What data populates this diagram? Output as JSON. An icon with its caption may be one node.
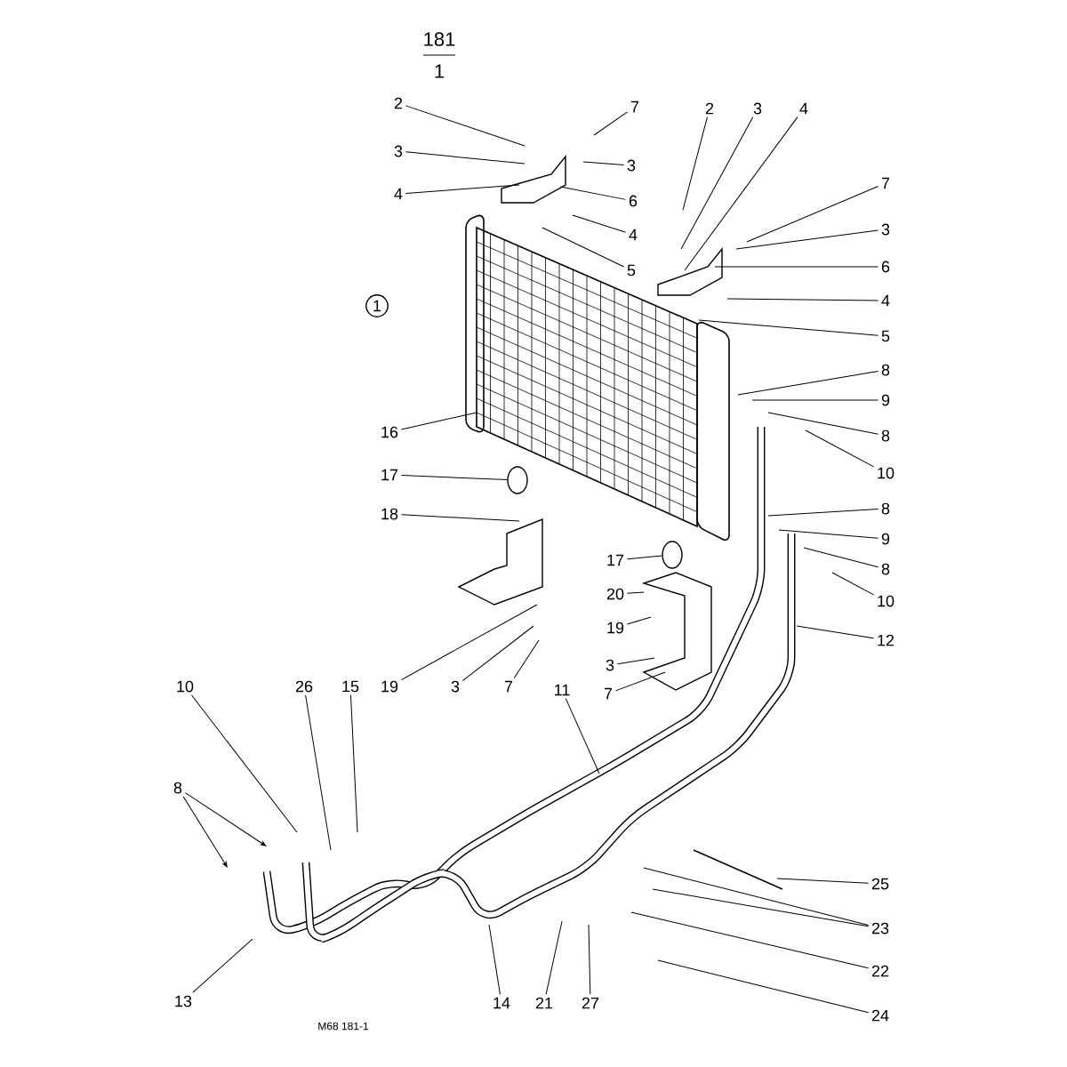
{
  "diagram": {
    "nodes": [
      {
        "text": [
          "2"
        ]
      },
      {
        "text": [
          "3"
        ]
      },
      {
        "text": [
          "4"
        ]
      },
      {
        "text": [
          "7"
        ]
      },
      {
        "text": [
          "3"
        ]
      },
      {
        "text": [
          "6"
        ]
      },
      {
        "text": [
          "4"
        ]
      },
      {
        "text": [
          "5"
        ]
      },
      {
        "text": [
          "1"
        ]
      },
      {
        "text": [
          "2"
        ]
      },
      {
        "text": [
          "3"
        ]
      },
      {
        "text": [
          "4"
        ]
      },
      {
        "text": [
          "7"
        ]
      },
      {
        "text": [
          "3"
        ]
      },
      {
        "text": [
          "6"
        ]
      },
      {
        "text": [
          "4"
        ]
      },
      {
        "text": [
          "5"
        ]
      },
      {
        "text": [
          "8"
        ]
      },
      {
        "text": [
          "9"
        ]
      },
      {
        "text": [
          "8"
        ]
      },
      {
        "text": [
          "10"
        ]
      },
      {
        "text": [
          "16"
        ]
      },
      {
        "text": [
          "17"
        ]
      },
      {
        "text": [
          "18"
        ]
      },
      {
        "text": [
          "19"
        ]
      },
      {
        "text": [
          "3"
        ]
      },
      {
        "text": [
          "7"
        ]
      },
      {
        "text": [
          "8"
        ]
      },
      {
        "text": [
          "9"
        ]
      },
      {
        "text": [
          "8"
        ]
      },
      {
        "text": [
          "10"
        ]
      },
      {
        "text": [
          "17"
        ]
      },
      {
        "text": [
          "20"
        ]
      },
      {
        "text": [
          "19"
        ]
      },
      {
        "text": [
          "3"
        ]
      },
      {
        "text": [
          "7"
        ]
      },
      {
        "text": [
          "12"
        ]
      },
      {
        "text": [
          "11"
        ]
      },
      {
        "text": [
          "10"
        ]
      },
      {
        "text": [
          "26"
        ]
      },
      {
        "text": [
          "15"
        ]
      },
      {
        "text": [
          "8"
        ]
      },
      {
        "text": [
          "13"
        ]
      },
      {
        "text": [
          "14"
        ]
      },
      {
        "text": [
          "21"
        ]
      },
      {
        "text": [
          "27"
        ]
      },
      {
        "text": [
          "25"
        ]
      },
      {
        "text": [
          "23"
        ]
      },
      {
        "text": [
          "22"
        ]
      },
      {
        "text": [
          "24"
        ]
      },
      {
        "text": [],
        "shape": "cylinder"
      },
      {
        "text": [],
        "shape": "cylinder"
      }
    ],
    "edges": [
      {
        "from": 0,
        "to": null,
        "arrow": "none"
      },
      {
        "from": 1,
        "to": null,
        "arrow": "none"
      },
      {
        "from": 2,
        "to": null,
        "arrow": "none"
      },
      {
        "from": 3,
        "to": null,
        "arrow": "none"
      },
      {
        "from": 4,
        "to": null,
        "arrow": "none"
      },
      {
        "from": 5,
        "to": null,
        "arrow": "none"
      },
      {
        "from": 6,
        "to": null,
        "arrow": "none"
      },
      {
        "from": 7,
        "to": null,
        "arrow": "none"
      },
      {
        "from": 9,
        "to": null,
        "arrow": "none"
      },
      {
        "from": 10,
        "to": null,
        "arrow": "none"
      },
      {
        "from": 11,
        "to": null,
        "arrow": "none"
      },
      {
        "from": 12,
        "to": null,
        "arrow": "none"
      },
      {
        "from": 13,
        "to": null,
        "arrow": "none"
      },
      {
        "from": 14,
        "to": null,
        "arrow": "none"
      },
      {
        "from": 15,
        "to": null,
        "arrow": "none"
      },
      {
        "from": 16,
        "to": null,
        "arrow": "none"
      },
      {
        "from": 17,
        "to": null,
        "arrow": "none"
      },
      {
        "from": 18,
        "to": null,
        "arrow": "none"
      },
      {
        "from": 19,
        "to": null,
        "arrow": "none"
      },
      {
        "from": 20,
        "to": null,
        "arrow": "none"
      },
      {
        "from": 21,
        "to": null,
        "arrow": "none"
      },
      {
        "from": 22,
        "to": 50,
        "arrow": "none"
      },
      {
        "from": 23,
        "to": null,
        "arrow": "none"
      },
      {
        "from": 24,
        "to": null,
        "arrow": "none"
      },
      {
        "from": 25,
        "to": null,
        "arrow": "none"
      },
      {
        "from": 26,
        "to": null,
        "arrow": "none"
      },
      {
        "from": 27,
        "to": null,
        "arrow": "none"
      },
      {
        "from": 28,
        "to": null,
        "arrow": "none"
      },
      {
        "from": 29,
        "to": null,
        "arrow": "none"
      },
      {
        "from": 30,
        "to": null,
        "arrow": "none"
      },
      {
        "from": 31,
        "to": 51,
        "arrow": "none"
      },
      {
        "from": 32,
        "to": null,
        "arrow": "none"
      },
      {
        "from": 33,
        "to": null,
        "arrow": "none"
      },
      {
        "from": 34,
        "to": null,
        "arrow": "none"
      },
      {
        "from": 35,
        "to": null,
        "arrow": "none"
      },
      {
        "from": 36,
        "to": null,
        "arrow": "none"
      },
      {
        "from": 37,
        "to": null,
        "arrow": "none"
      },
      {
        "from": 38,
        "to": null,
        "arrow": "none"
      },
      {
        "from": 39,
        "to": null,
        "arrow": "none"
      },
      {
        "from": 40,
        "to": null,
        "arrow": "none"
      },
      {
        "from": 41,
        "to": null,
        "arrow": "to"
      },
      {
        "from": 41,
        "to": null,
        "arrow": "to"
      },
      {
        "from": 42,
        "to": null,
        "arrow": "none"
      },
      {
        "from": 43,
        "to": null,
        "arrow": "none"
      },
      {
        "from": 44,
        "to": null,
        "arrow": "none"
      },
      {
        "from": 45,
        "to": null,
        "arrow": "none"
      },
      {
        "from": 46,
        "to": null,
        "arrow": "none"
      },
      {
        "from": 47,
        "to": null,
        "arrow": "none"
      },
      {
        "from": 47,
        "to": null,
        "arrow": "none"
      },
      {
        "from": 48,
        "to": null,
        "arrow": "none"
      },
      {
        "from": 49,
        "to": null,
        "arrow": "none"
      }
    ],
    "labels": [
      "181",
      "1",
      "M68 181-1"
    ]
  }
}
